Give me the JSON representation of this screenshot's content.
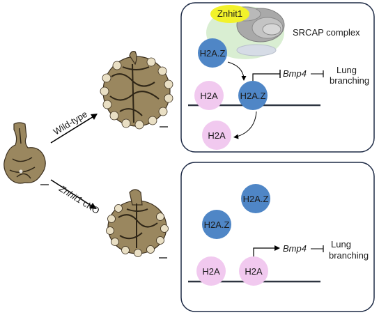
{
  "top_panel": {
    "znhit1_label": "Znhit1",
    "complex_label": "SRCAP complex",
    "h2az_free_label": "H2A.Z",
    "h2a_nucleosome_label": "H2A",
    "h2az_nucleosome_label": "H2A.Z",
    "h2a_evicted_label": "H2A",
    "gene_label": "Bmp4",
    "outcome_label_line1": "Lung",
    "outcome_label_line2": "branching"
  },
  "bottom_panel": {
    "h2az_a_label": "H2A.Z",
    "h2az_b_label": "H2A.Z",
    "h2a_a_label": "H2A",
    "h2a_b_label": "H2A",
    "gene_label": "Bmp4",
    "outcome_label_line1": "Lung",
    "outcome_label_line2": "branching"
  },
  "arrows": {
    "wild_type_label": "Wild-type",
    "cko_gene": "Znhit1",
    "cko_suffix": " cKO"
  },
  "colors": {
    "h2az": "#4f86c6",
    "h2a": "#f1c9ef",
    "znhit1": "#f2f22a",
    "complex_halo": "#d9eed2",
    "complex_grey": "#a9a9a9",
    "panel_border": "#1d2a45",
    "dna": "#2d3440",
    "lung_tissue": "#9a875f"
  }
}
